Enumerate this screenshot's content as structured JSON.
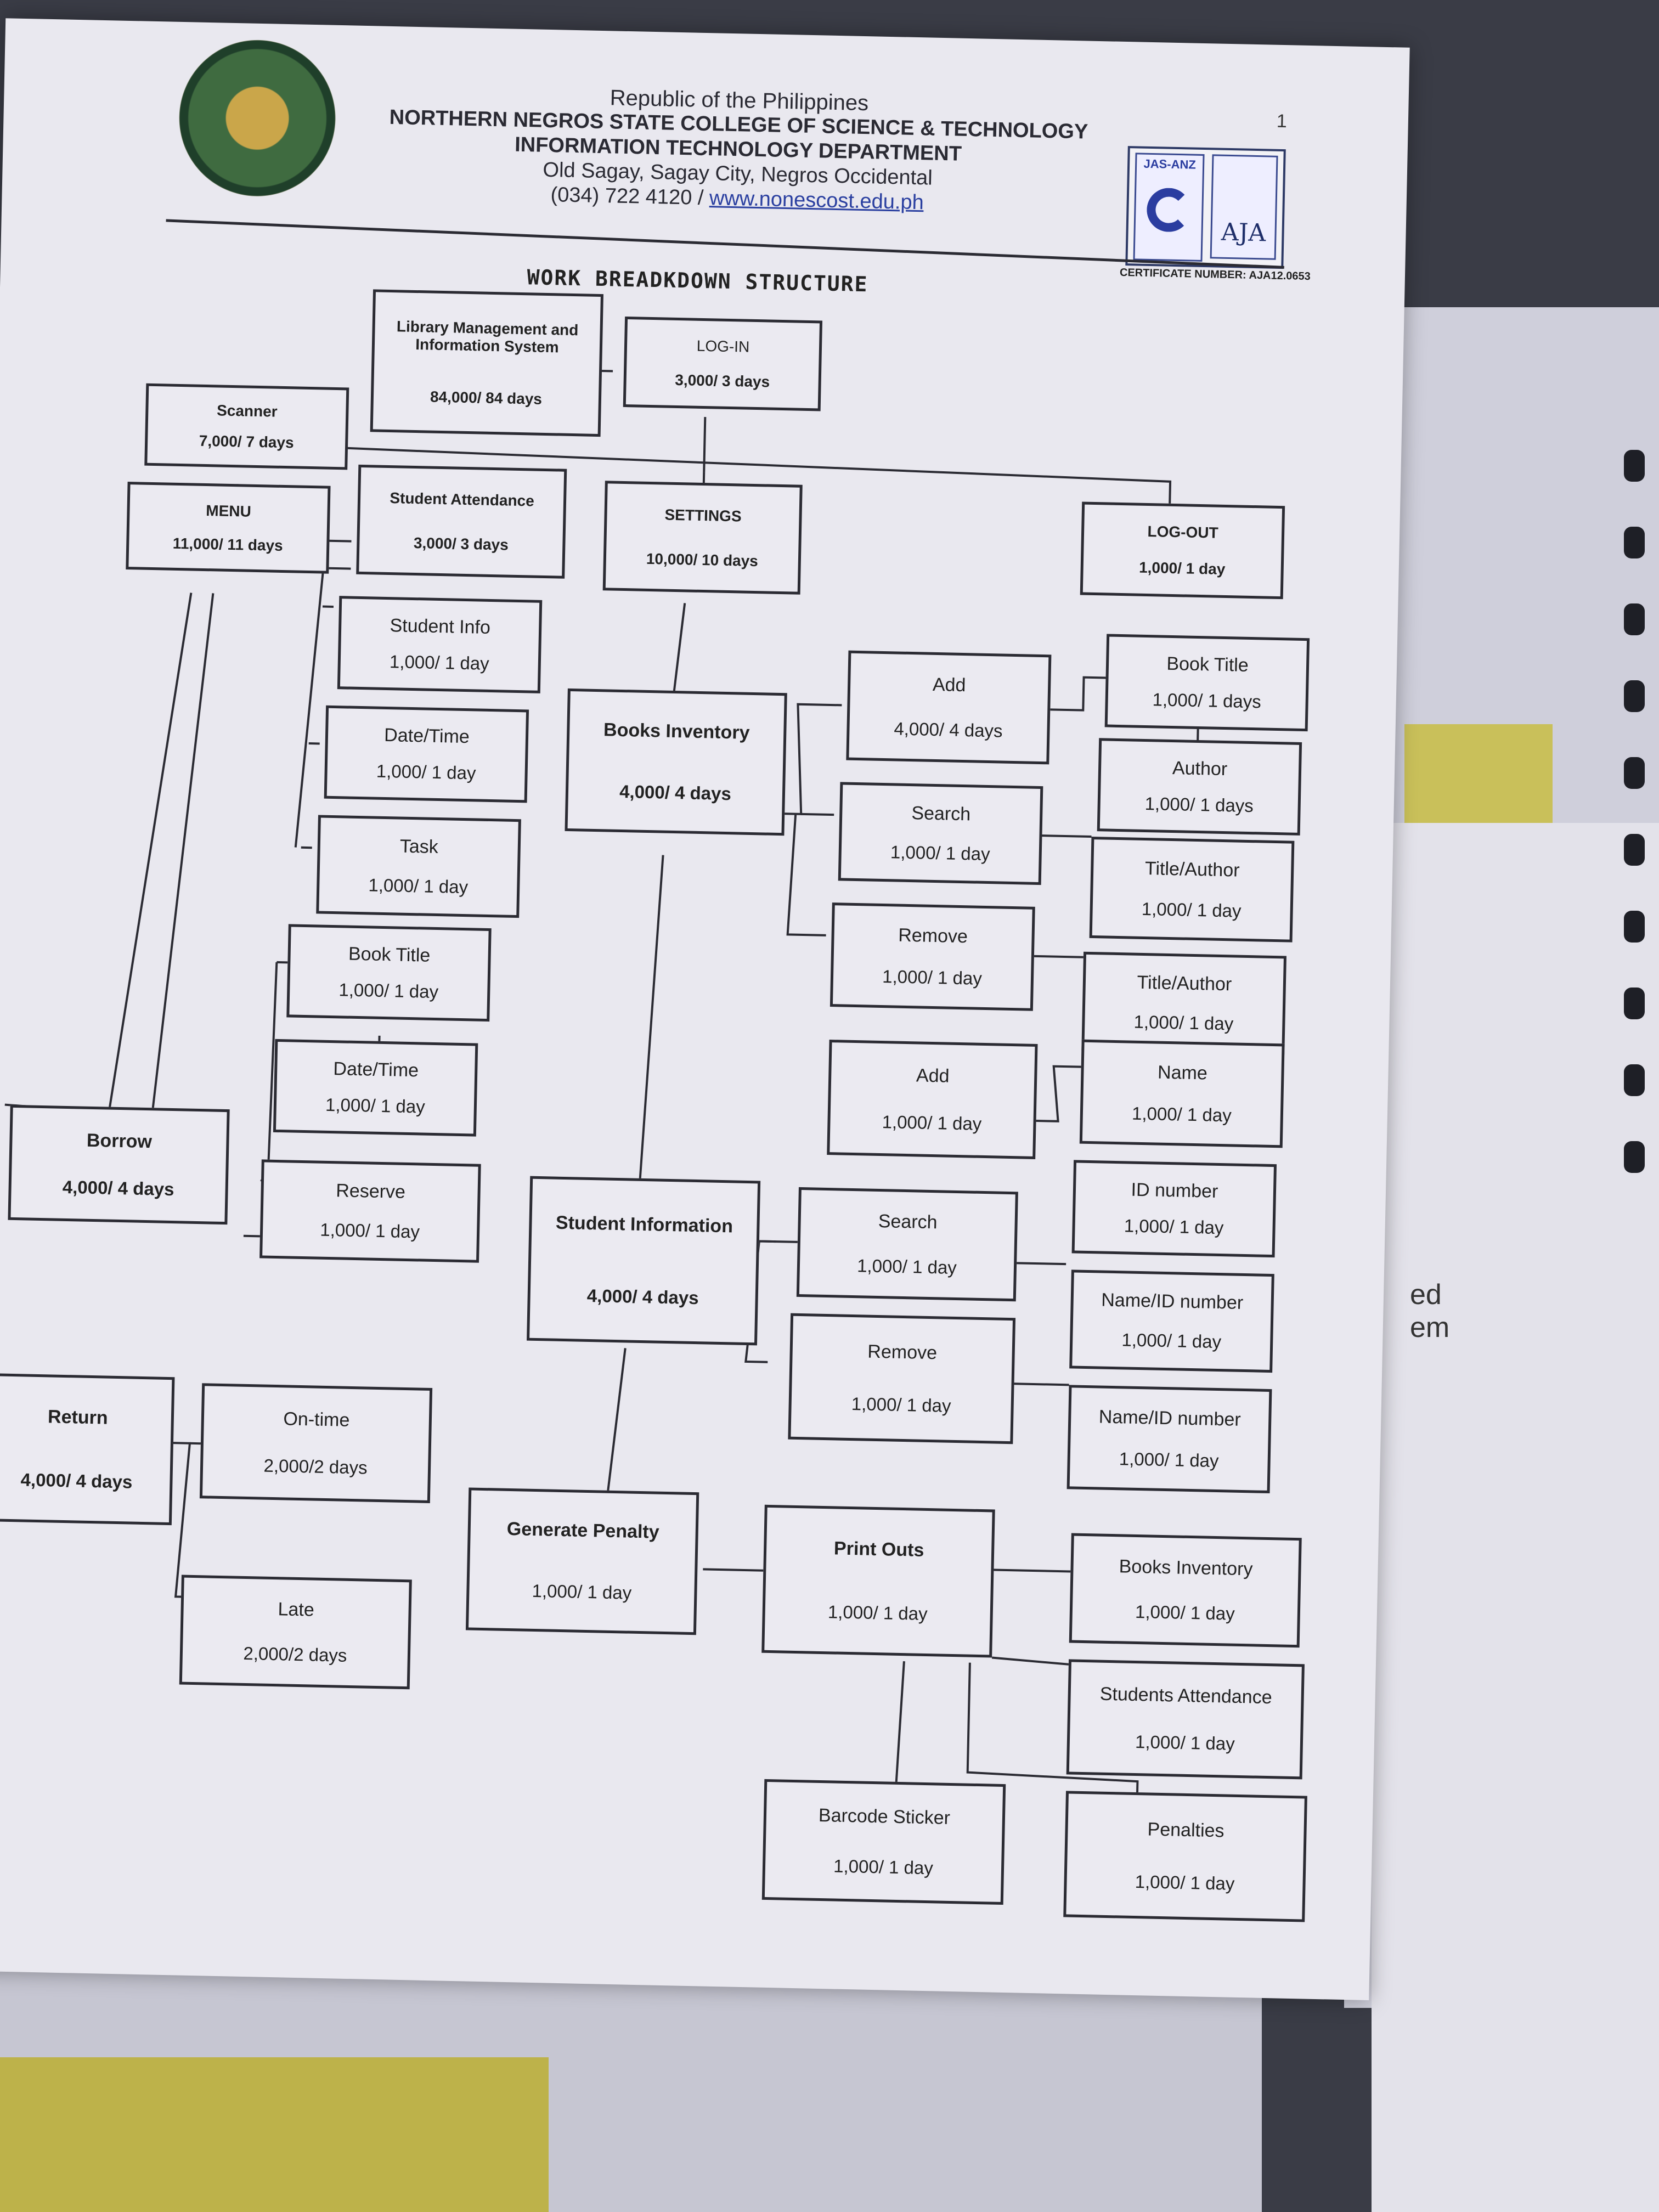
{
  "header": {
    "republic": "Republic of the Philippines",
    "college": "NORTHERN NEGROS STATE COLLEGE OF SCIENCE & TECHNOLOGY",
    "department": "INFORMATION TECHNOLOGY DEPARTMENT",
    "address": "Old Sagay, Sagay City, Negros Occidental",
    "phone": "(034) 722 4120 /",
    "website": "www.nonescost.edu.ph",
    "page_number": "1",
    "cert_number": "CERTIFICATE NUMBER: AJA12.0653",
    "cert_logo_left": "JAS-ANZ",
    "cert_logo_right": "AJA"
  },
  "title": "WORK BREADKDOWN STRUCTURE",
  "side_note": [
    "ed",
    "em"
  ],
  "nodes": {
    "root": {
      "label": "Library Management and Information System",
      "cost": "84,000/ 84 days"
    },
    "login": {
      "label": "LOG-IN",
      "cost": "3,000/ 3 days"
    },
    "scanner": {
      "label": "Scanner",
      "cost": "7,000/ 7 days"
    },
    "menu": {
      "label": "MENU",
      "cost": "11,000/ 11 days"
    },
    "student_attendance": {
      "label": "Student Attendance",
      "cost": "3,000/ 3 days"
    },
    "settings": {
      "label": "SETTINGS",
      "cost": "10,000/ 10 days"
    },
    "logout": {
      "label": "LOG-OUT",
      "cost": "1,000/ 1 day"
    },
    "student_info": {
      "label": "Student Info",
      "cost": "1,000/ 1 day"
    },
    "date_time_1": {
      "label": "Date/Time",
      "cost": "1,000/ 1 day"
    },
    "task": {
      "label": "Task",
      "cost": "1,000/ 1 day"
    },
    "books_inventory": {
      "label": "Books Inventory",
      "cost": "4,000/ 4 days"
    },
    "add_1": {
      "label": "Add",
      "cost": "4,000/ 4 days"
    },
    "search_1": {
      "label": "Search",
      "cost": "1,000/ 1 day"
    },
    "remove_1": {
      "label": "Remove",
      "cost": "1,000/ 1 day"
    },
    "book_title_r": {
      "label": "Book Title",
      "cost": "1,000/ 1 days"
    },
    "author": {
      "label": "Author",
      "cost": "1,000/ 1 days"
    },
    "title_author_1": {
      "label": "Title/Author",
      "cost": "1,000/ 1 day"
    },
    "title_author_2": {
      "label": "Title/Author",
      "cost": "1,000/ 1 day"
    },
    "book_title_l": {
      "label": "Book Title",
      "cost": "1,000/ 1 day"
    },
    "date_time_2": {
      "label": "Date/Time",
      "cost": "1,000/ 1 day"
    },
    "borrow": {
      "label": "Borrow",
      "cost": "4,000/ 4 days"
    },
    "reserve": {
      "label": "Reserve",
      "cost": "1,000/ 1 day"
    },
    "add_2": {
      "label": "Add",
      "cost": "1,000/ 1 day"
    },
    "name": {
      "label": "Name",
      "cost": "1,000/ 1 day"
    },
    "id_number": {
      "label": "ID number",
      "cost": "1,000/ 1 day"
    },
    "student_information": {
      "label": "Student Information",
      "cost": "4,000/ 4 days"
    },
    "search_2": {
      "label": "Search",
      "cost": "1,000/ 1 day"
    },
    "remove_2": {
      "label": "Remove",
      "cost": "1,000/ 1 day"
    },
    "name_id_1": {
      "label": "Name/ID number",
      "cost": "1,000/ 1 day"
    },
    "name_id_2": {
      "label": "Name/ID number",
      "cost": "1,000/ 1 day"
    },
    "return": {
      "label": "Return",
      "cost": "4,000/ 4 days"
    },
    "on_time": {
      "label": "On-time",
      "cost": "2,000/2 days"
    },
    "late": {
      "label": "Late",
      "cost": "2,000/2 days"
    },
    "generate_penalty": {
      "label": "Generate Penalty",
      "cost": "1,000/ 1 day"
    },
    "print_outs": {
      "label": "Print Outs",
      "cost": "1,000/ 1 day"
    },
    "po_books_inventory": {
      "label": "Books Inventory",
      "cost": "1,000/ 1 day"
    },
    "po_students_attendance": {
      "label": "Students Attendance",
      "cost": "1,000/ 1 day"
    },
    "barcode_sticker": {
      "label": "Barcode Sticker",
      "cost": "1,000/ 1 day"
    },
    "penalties": {
      "label": "Penalties",
      "cost": "1,000/ 1 day"
    }
  }
}
